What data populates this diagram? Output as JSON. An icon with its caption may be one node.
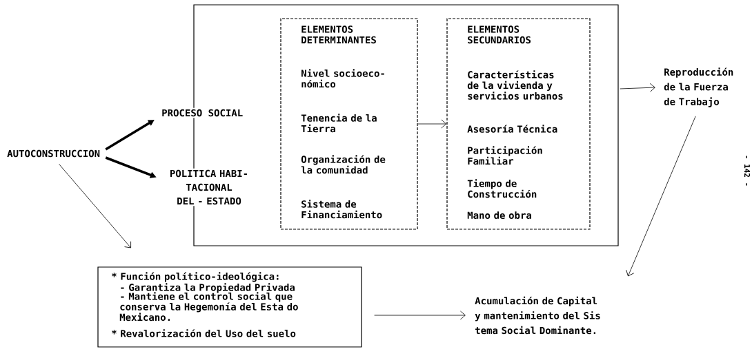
{
  "diagram": {
    "nodes": [
      {
        "text": [],
        "shape": "box"
      },
      {
        "text": [
          "ELEMENTOS DETERMINANTES",
          "Nivel socioeco- nómico",
          "Tenencia de la Tierra",
          "Organización de la comunidad",
          "Sistema de Financiamiento"
        ],
        "in": 0
      },
      {
        "text": [
          "ELEMENTOS SECUNDARIOS",
          "Características de la vivienda y servicios urbanos",
          "Asesoría Técnica",
          "Participación Familiar",
          "Tiempo de Construcción",
          "Mano de obra"
        ],
        "in": 0
      },
      {
        "text": [
          "AUTOCONSTRUCCION"
        ]
      },
      {
        "text": [
          "PROCESO SOCIAL"
        ]
      },
      {
        "text": [
          "POLITICA HABI- TACIONAL DEL - ESTADO"
        ]
      },
      {
        "text": [
          "Reproducción de la Fuerza de Trabajo"
        ]
      },
      {
        "text": [
          "* Función político-ideológica:",
          "- Garantiza la Propiedad Privada",
          "- Mantiene el control social que conserva la Hegemonía del Esta do Mexicano.",
          "* Revalorización del Uso del suelo"
        ]
      },
      {
        "text": [
          "Acumulación de Capital y mantenimiento del Sis tema Social Dominante."
        ]
      }
    ],
    "edges": [
      {
        "from": 3,
        "to": 4,
        "arrow": "to",
        "style": "thick"
      },
      {
        "from": 3,
        "to": 5,
        "arrow": "to",
        "style": "thick"
      },
      {
        "from": 1,
        "to": 2,
        "arrow": "to"
      },
      {
        "from": 0,
        "to": 6,
        "arrow": "to"
      },
      {
        "from": 3,
        "to": 7,
        "arrow": "to"
      },
      {
        "from": 6,
        "to": 8,
        "arrow": "to"
      },
      {
        "from": 7,
        "to": 8,
        "arrow": "to"
      }
    ],
    "labels": [
      "- 142 -"
    ]
  }
}
